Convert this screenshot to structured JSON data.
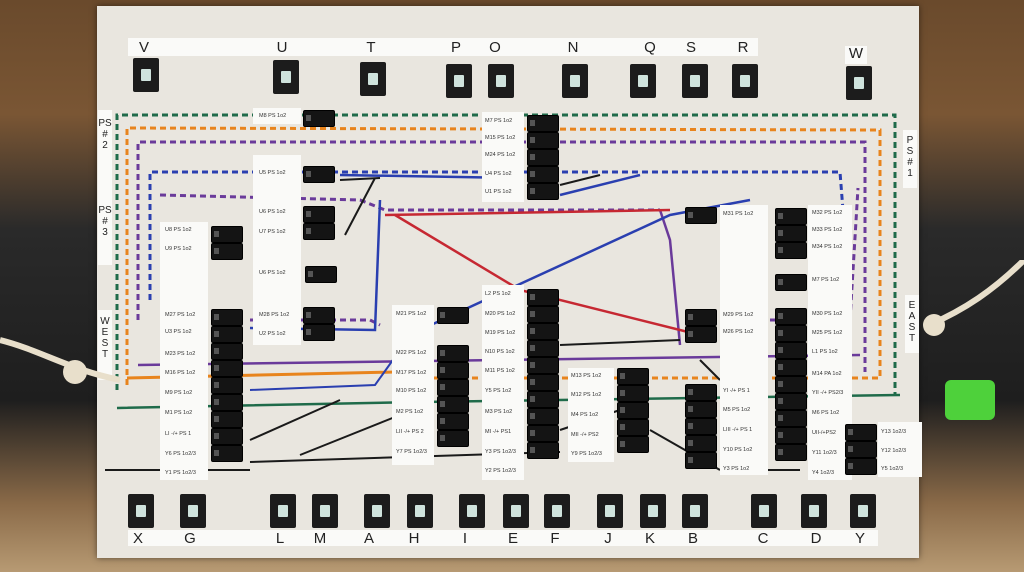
{
  "letters_top": [
    "V",
    "U",
    "T",
    "P",
    "O",
    "N",
    "Q",
    "S",
    "R",
    "W"
  ],
  "letters_bottom": [
    "X",
    "G",
    "L",
    "M",
    "A",
    "H",
    "I",
    "E",
    "F",
    "J",
    "K",
    "B",
    "C",
    "D",
    "Y"
  ],
  "side": {
    "ps2_a": "PS",
    "ps2_b": "#",
    "ps2_c": "2",
    "ps3_a": "PS",
    "ps3_b": "#",
    "ps3_c": "3",
    "ps1_a": "P",
    "ps1_b": "S",
    "ps1_c": "#",
    "ps1_d": "1",
    "west": [
      "W",
      "E",
      "S",
      "T"
    ],
    "east": [
      "E",
      "A",
      "S",
      "T"
    ]
  },
  "labels": {
    "m8": "M8 PS 1o2",
    "m7": "M7 PS 1o2",
    "m15": "M15 PS 1o2",
    "m24": "M24 PS 1o2",
    "u4": "U4 PS 1o2",
    "u1": "U1 PS 1o2",
    "u5": "U5 PS 1o2",
    "u6": "U6 PS 1o2",
    "u7": "U7 PS 1o2",
    "u8": "U8 PS 1o2",
    "u9": "U9 PS 1o2",
    "u6b": "U6 PS 1o2",
    "m28": "M28 PS 1o2",
    "u2": "U2 PS 1o2",
    "m27": "M27 PS 1o2",
    "u3": "U3 PS 1o2",
    "m23": "M23 PS 1o2",
    "m16": "M16 PS 1o2",
    "m9": "M9 PS 1o2",
    "m1": "M1 PS 1o2",
    "li": "LI -/+ PS 1",
    "y6": "Y6 PS 1o2/3",
    "y1": "Y1 PS 1o2/3",
    "m21": "M21 PS 1o2",
    "m22": "M22 PS 1o2",
    "m17": "M17 PS 1o2",
    "m10": "M10 PS 1o2",
    "m2": "M2 PS 1o2",
    "lii": "LII -/+ PS 2",
    "y7": "Y7 PS 1o2/3",
    "l2": "L2 PS 1o2",
    "m20": "M20 PS 1o2",
    "m19": "M19 PS 1o2",
    "n10": "N10 PS 1o2",
    "m11": "M11 PS 1o2",
    "y5": "Y5 PS 1o2",
    "m3": "M3 PS 1o2",
    "mi": "MI -/+ PS1",
    "y3a": "Y3 PS 1o2/3",
    "y2": "Y2 PS 1o2/3",
    "m13": "M13 PS 1o2",
    "m12": "M12 PS 1o2",
    "m4": "M4 PS 1o2",
    "mii": "MII -/+ PS2",
    "y9": "Y9 PS 1o2/3",
    "m31": "M31 PS 1o2",
    "m29": "M29 PS 1o2",
    "m26": "M26 PS 1o2",
    "yi": "YI -/+ PS 1",
    "m5": "M5 PS 1o2",
    "lili": "LIII -/+ PS 1",
    "y10": "Y10 PS 1o2",
    "y3b": "Y3 PS 1o2",
    "m32": "M32 PS 1o2",
    "m33": "M33 PS 1o2",
    "m34": "M34 PS 1o2",
    "m7b": "M7 PS 1o2",
    "m30": "M30 PS 1o2",
    "m25": "M25 PS 1o2",
    "l1": "L1 PS 1o2",
    "m14": "M14 PA 1o2",
    "yii": "YII -/+ PS2/3",
    "m6": "M6 PS 1o2",
    "uii": "UII-/+PS2",
    "y11": "Y11 1o2/3",
    "y4": "Y4 1o2/3",
    "y13": "Y13 1o2/3",
    "y12": "Y12 1o2/3",
    "y5b": "Y5 1o2/3"
  },
  "colors": {
    "green": "#1f6b4a",
    "orange": "#e8841d",
    "purple": "#6a3a9a",
    "blue": "#2a3fb0",
    "red": "#c62832",
    "black": "#1a1a1a"
  }
}
